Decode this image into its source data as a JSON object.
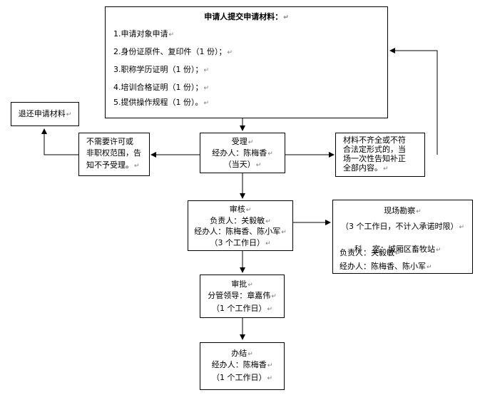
{
  "paragraph_mark": "↵",
  "materials": {
    "title": "申请人提交申请材料：",
    "items": [
      "1.申请对象申请",
      "2.身份证原件、复印件（1 份）；",
      "3.职称学历证明（1 份）；",
      "4.培训合格证明（1 份）；",
      "5.提供操作规程（1 份）。"
    ]
  },
  "return_box": {
    "text": "退还申请材料"
  },
  "reject_box": {
    "lines": [
      "不需要许可或",
      "非职权范围，告",
      "知不予受理。"
    ]
  },
  "accept_box": {
    "lines": [
      "受理",
      "经办人：陈梅香",
      "（当天）"
    ]
  },
  "supplement_box": {
    "lines": [
      "材料不齐全或不符",
      "合法定形式的，当",
      "场一次性告知补正",
      "全部内容。"
    ]
  },
  "review_box": {
    "lines": [
      "审核",
      "负责人：关毅敏",
      "经办人：陈梅香、陈小军",
      "（3 个工作日）"
    ]
  },
  "inspect_box": {
    "title": "现场勘察",
    "lines": [
      "（3 个工作日，不计入承诺时限）",
      "科    室：城厢区畜牧站",
      "负责人：关毅敏",
      "经办人：陈梅香、陈小军"
    ]
  },
  "approve_box": {
    "lines": [
      "审批",
      "分管领导：章嘉伟",
      "（1 个工作日）"
    ]
  },
  "complete_box": {
    "lines": [
      "办结",
      "经办人：陈梅香",
      "（1 个工作日）"
    ]
  }
}
